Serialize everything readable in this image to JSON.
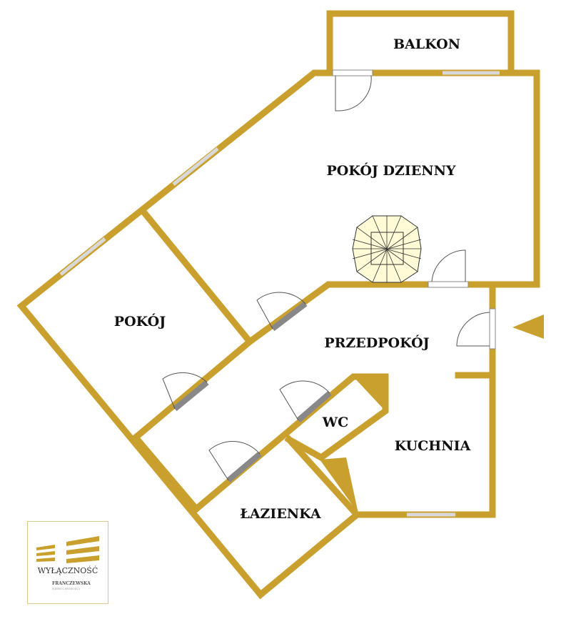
{
  "rooms": {
    "balkon": "BALKON",
    "pokoj_dzienny": "POKÓJ DZIENNY",
    "pokoj": "POKÓJ",
    "przedpokoj": "PRZEDPOKÓJ",
    "wc": "WC",
    "kuchnia": "KUCHNIA",
    "lazienka": "ŁAZIENKA"
  },
  "logo": {
    "title": "WYŁĄCZNOŚĆ",
    "brand": "FRANCZEWSKA",
    "subtitle": "NIERUCHOMOŚCI"
  },
  "colors": {
    "wall": "#C9A02E",
    "stairs": "#FFFBD6"
  }
}
